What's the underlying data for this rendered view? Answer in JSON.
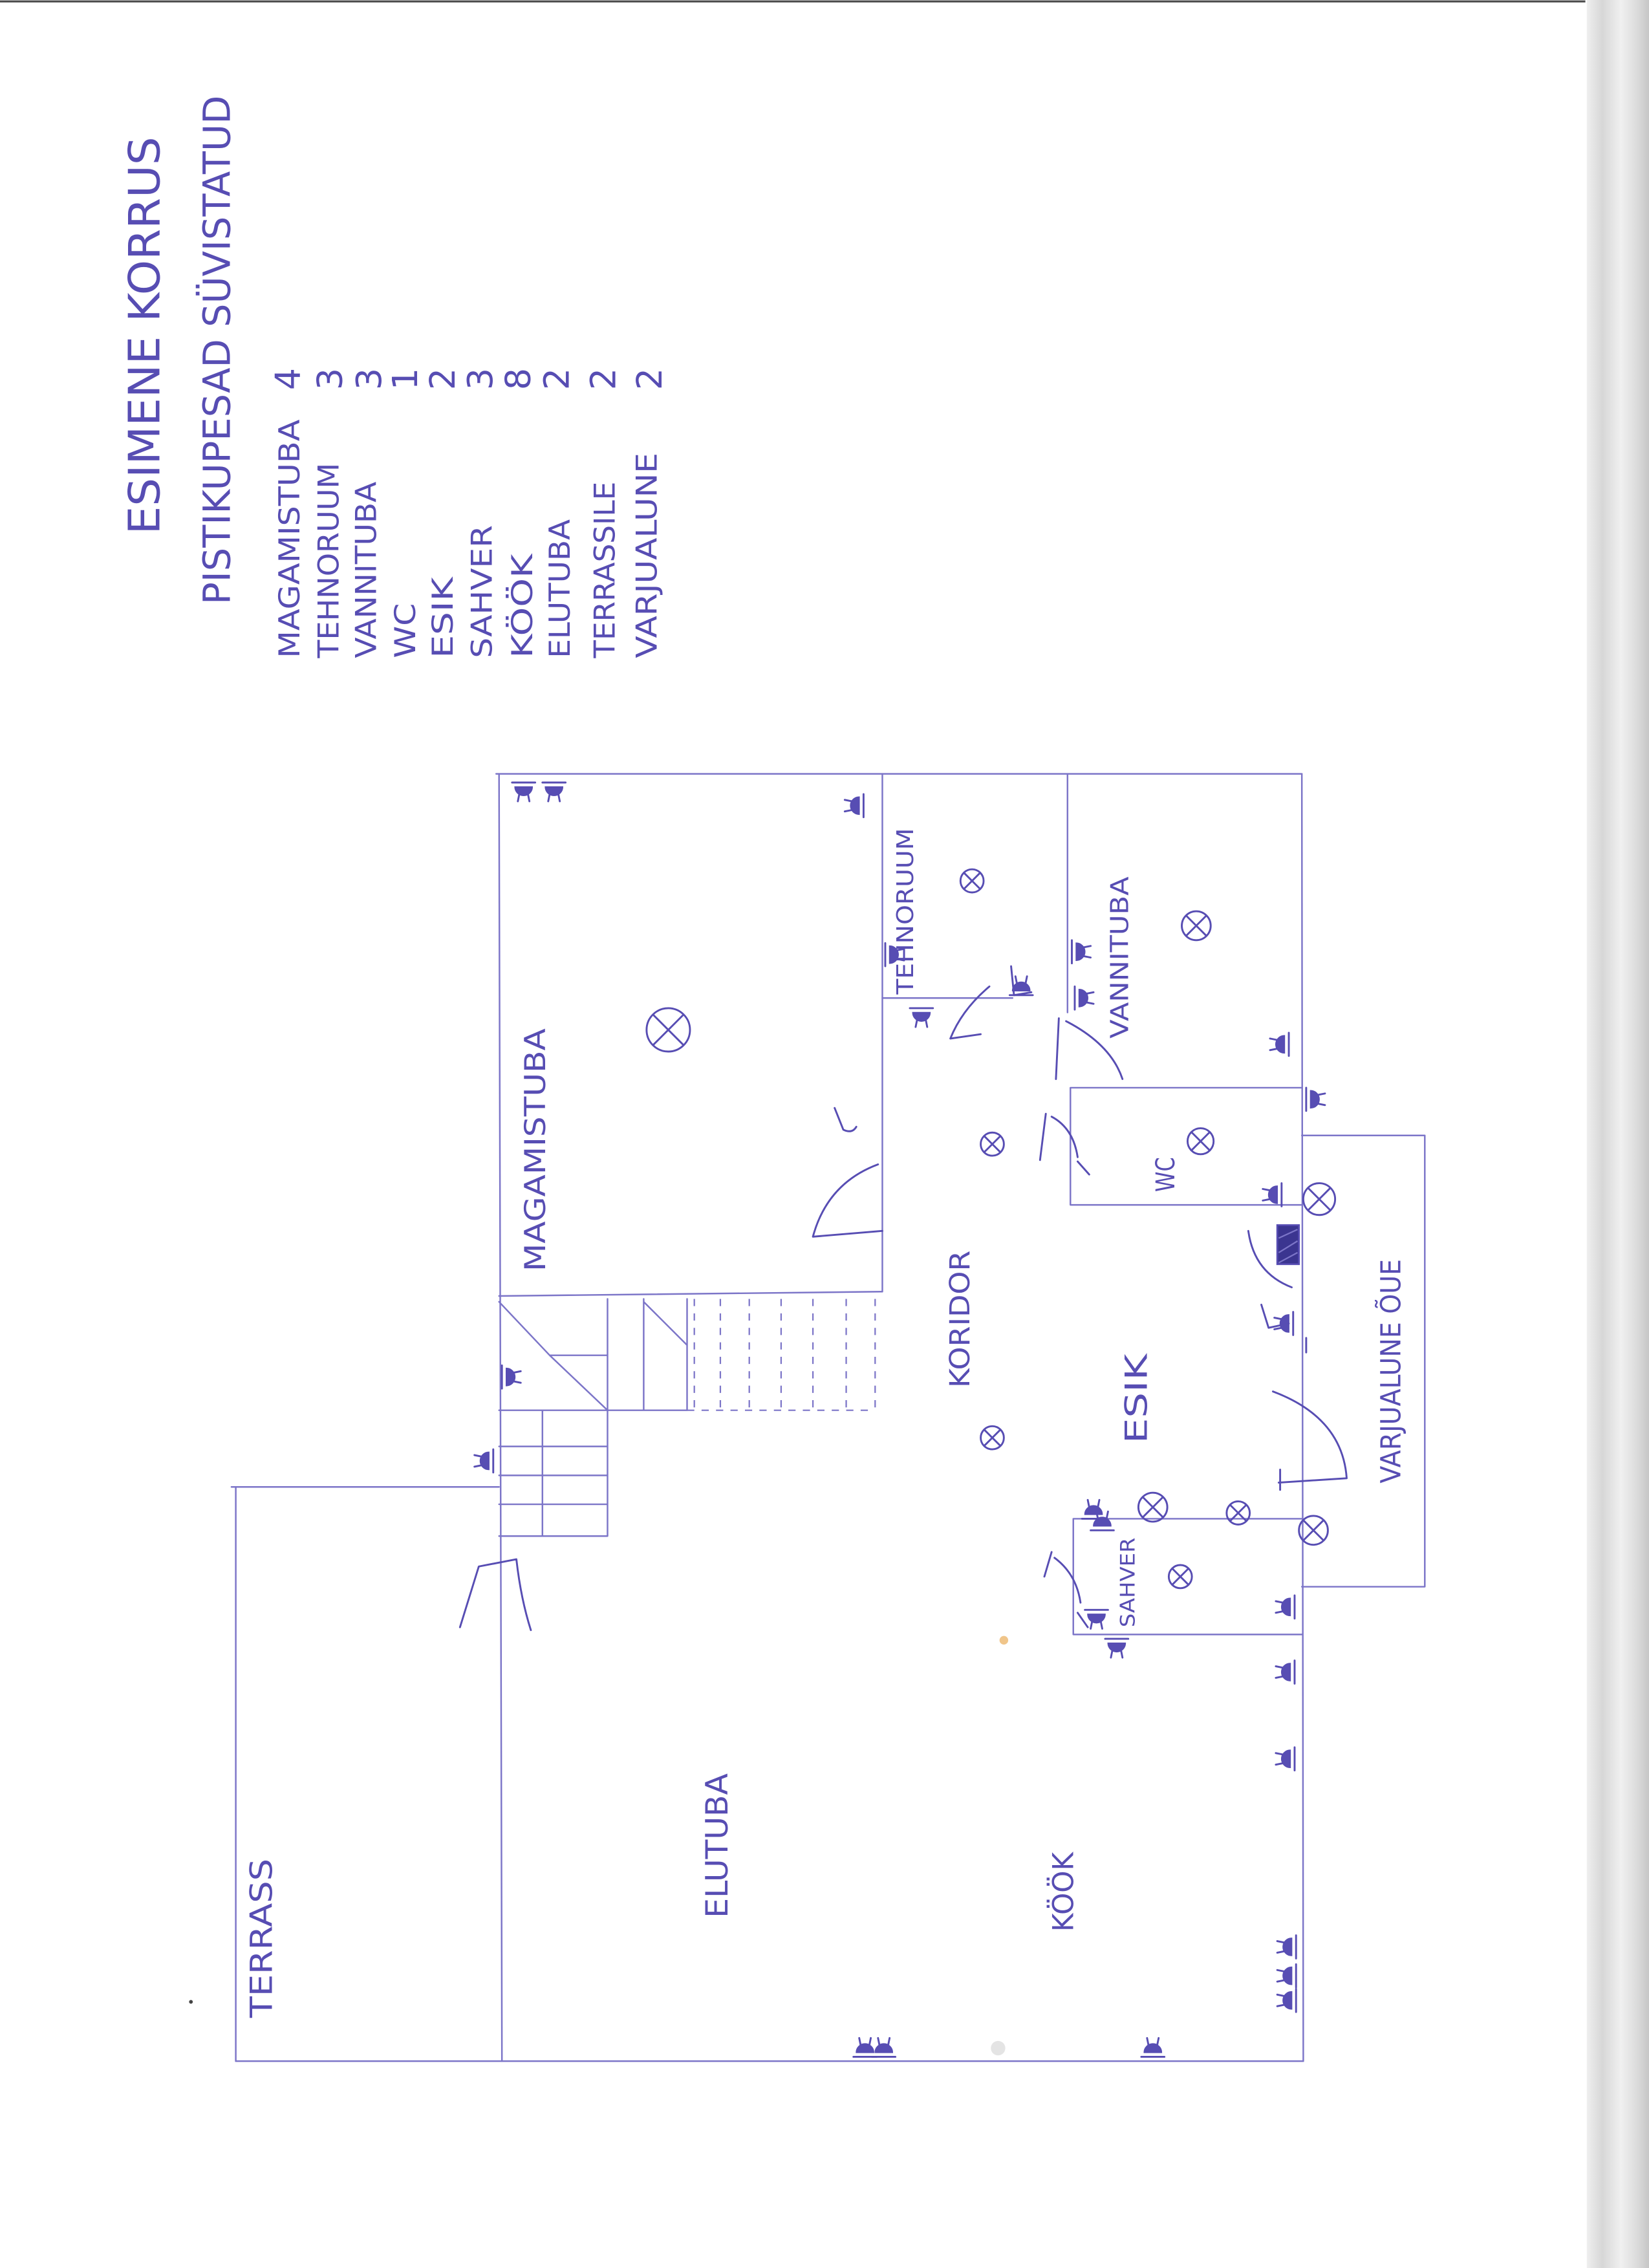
{
  "header": {
    "title": "ESIMENE KORRUS",
    "subtitle": "PISTIKUPESAD SÜVISTATUD"
  },
  "outlet_counts": [
    {
      "room": "MAGAMISTUBA",
      "count": "4"
    },
    {
      "room": "TEHNORUUM",
      "count": "3"
    },
    {
      "room": "VANNITUBA",
      "count": "3"
    },
    {
      "room": "WC",
      "count": "1"
    },
    {
      "room": "ESIK",
      "count": "2"
    },
    {
      "room": "SAHVER",
      "count": "3"
    },
    {
      "room": "KÖÖK",
      "count": "8"
    },
    {
      "room": "ELUTUBA",
      "count": "2"
    },
    {
      "room": "TERRASSILE",
      "count": "2"
    },
    {
      "room": "VARJUALUNE",
      "count": "2"
    }
  ],
  "plan_labels": {
    "magamistuba": "MAGAMISTUBA",
    "tehnoruum": "TEHNORUUM",
    "vannituba": "VANNITUBA",
    "wc": "WC",
    "koridor": "KORIDOR",
    "esik": "ESIK",
    "varjualune": "VARJUALUNE ÕUE",
    "sahver": "SAHVER",
    "elutuba": "ELUTUBA",
    "kook": "KÖÖK",
    "terrass": "TERRASS"
  },
  "colors": {
    "ink": "#574db3",
    "line": "#7c75c8",
    "paper": "#ffffff"
  },
  "symbols": {
    "outlet": "power-outlet-icon",
    "light": "ceiling-light-icon",
    "panel": "electrical-panel-icon"
  }
}
